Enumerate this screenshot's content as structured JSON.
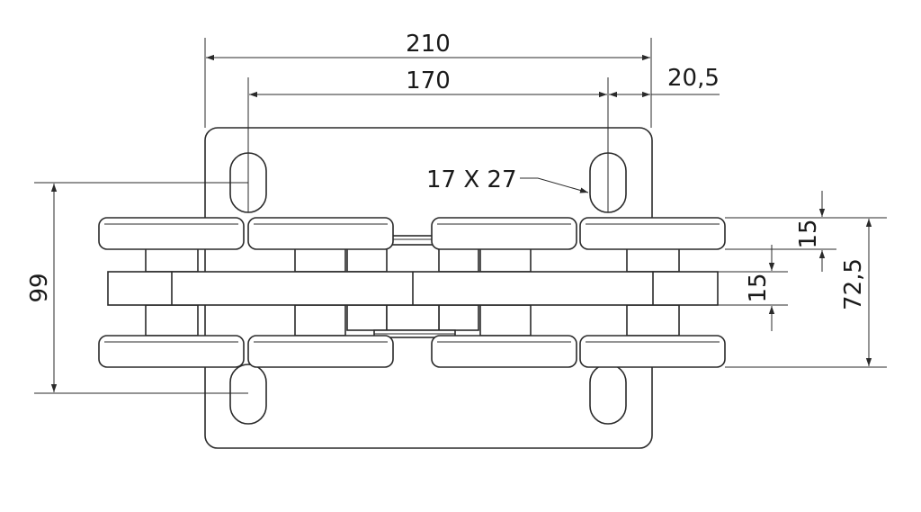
{
  "dimensions": {
    "overall_width": "210",
    "hole_spacing": "170",
    "edge_offset": "20,5",
    "slot_size": "17 X 27",
    "plate_height": "99",
    "overall_height": "72,5",
    "roller_height": "15",
    "bar_height": "15"
  },
  "colors": {
    "line": "#2a2a2a",
    "background": "#ffffff"
  }
}
